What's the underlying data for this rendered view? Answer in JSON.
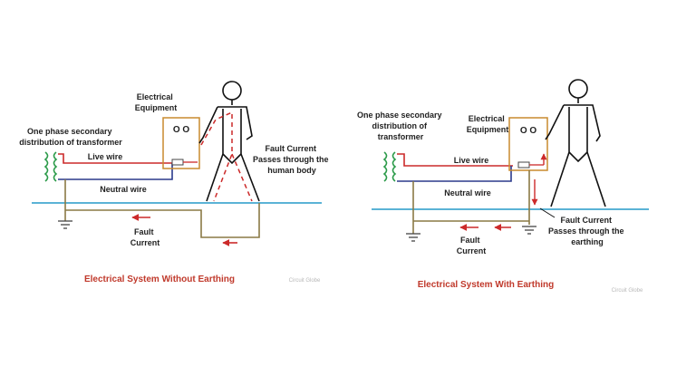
{
  "colors": {
    "live": "#cc2a2a",
    "neutral": "#2b3a8c",
    "ground_line": "#5bb3d6",
    "earth_wire": "#8a7a45",
    "fault": "#cc2a2a",
    "coil": "#2a9a48",
    "caption": "#c0392b",
    "equipment_border": "#c98a2e"
  },
  "left_diagram": {
    "transformer_label": [
      "One phase secondary",
      "distribution of transformer"
    ],
    "equipment_label": [
      "Electrical",
      "Equipment"
    ],
    "knobs": "O  O",
    "live_wire_label": "Live wire",
    "neutral_wire_label": "Neutral wire",
    "fault_current_label": [
      "Fault",
      "Current"
    ],
    "body_label": [
      "Fault Current",
      "Passes through the",
      "human body"
    ],
    "caption": "Electrical System Without Earthing",
    "watermark": "Circuit Globe"
  },
  "right_diagram": {
    "transformer_label": [
      "One phase secondary",
      "distribution of",
      "transformer"
    ],
    "equipment_label": [
      "Electrical",
      "Equipment"
    ],
    "knobs": "O  O",
    "live_wire_label": "Live wire",
    "neutral_wire_label": "Neutral wire",
    "fault_current_label": [
      "Fault",
      "Current"
    ],
    "earthing_label": [
      "Fault Current",
      "Passes through the",
      "earthing"
    ],
    "caption": "Electrical System With Earthing",
    "watermark": "Circuit Globe"
  }
}
